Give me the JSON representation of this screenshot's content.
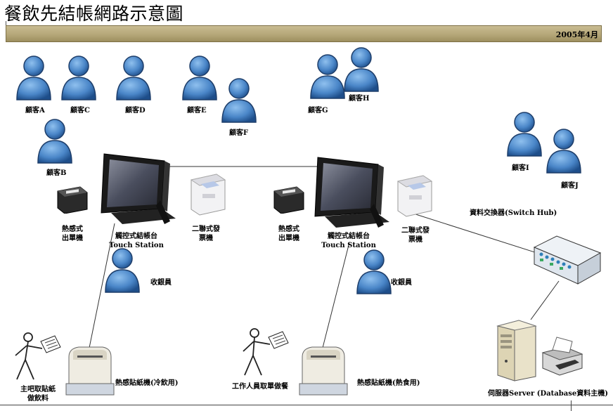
{
  "header": {
    "title": "餐飲先結帳網路示意圖",
    "date": "2005年4月"
  },
  "customers": [
    {
      "label": "顧客A"
    },
    {
      "label": "顧客C"
    },
    {
      "label": "顧客D"
    },
    {
      "label": "顧客E"
    },
    {
      "label": "顧客F"
    },
    {
      "label": "顧客G"
    },
    {
      "label": "顧客H"
    },
    {
      "label": "顧客B"
    },
    {
      "label": "顧客I"
    },
    {
      "label": "顧客J"
    }
  ],
  "stations": {
    "left": {
      "thermal_printer": [
        "熱感式",
        "出單機"
      ],
      "touch_station": [
        "觸控式結帳台",
        "Touch Station"
      ],
      "invoice_printer": [
        "二聯式發",
        "票機"
      ],
      "cashier": "收銀員"
    },
    "right": {
      "thermal_printer": [
        "熱感式",
        "出單機"
      ],
      "touch_station": [
        "觸控式結帳台",
        "Touch Station"
      ],
      "invoice_printer": [
        "二聯式發",
        "票機"
      ],
      "cashier": "收銀員"
    }
  },
  "label_printers": {
    "cold": "熱感貼紙機(冷飲用)",
    "hot": "熱感貼紙機(熱食用)"
  },
  "workers": {
    "bar": [
      "主吧取貼紙",
      "做飲料"
    ],
    "kitchen": "工作人員取單做餐"
  },
  "network": {
    "switch": "資料交換器(Switch Hub)",
    "server": "伺服器Server (Database資料主機)"
  },
  "colors": {
    "person_fill": "#4a86c8",
    "person_dark": "#1e4e8a",
    "title_bar": "#b3a576"
  }
}
